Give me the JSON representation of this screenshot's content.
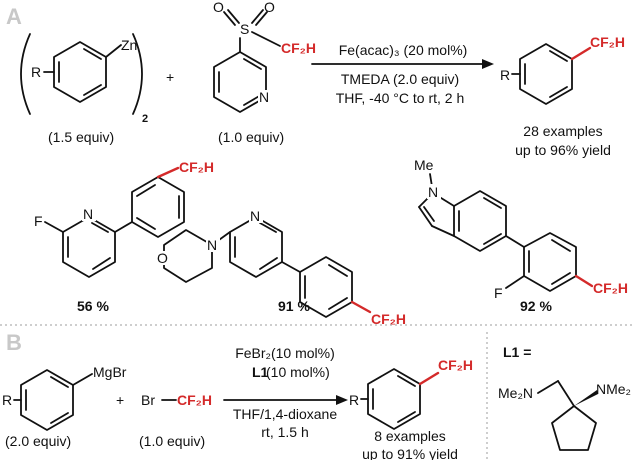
{
  "section_a": {
    "label": "A",
    "zn": "Zn",
    "r": "R",
    "sub2": "2",
    "plus": "+",
    "so2_o1": "O",
    "so2_s": "S",
    "so2_o2": "O",
    "pyr_n": "N",
    "cf2h": "CF₂H",
    "reagent1_equiv": "(1.5 equiv)",
    "reagent2_equiv": "(1.0 equiv)",
    "cond_top": "Fe(acac)₃ (20 mol%)",
    "cond_mid": "TMEDA (2.0 equiv)",
    "cond_bot": "THF, -40 °C to rt, 2 h",
    "product_r": "R",
    "product_cf2h": "CF₂H",
    "examples": "28 examples",
    "yield": "up to 96% yield"
  },
  "examples_row": {
    "ex1": {
      "f": "F",
      "n": "N",
      "cf2h": "CF₂H",
      "yield": "56 %"
    },
    "ex2": {
      "n_pyr": "N",
      "n_morph": "N",
      "o_morph": "O",
      "cf2h": "CF₂H",
      "yield": "91 %"
    },
    "ex3": {
      "me": "Me",
      "n": "N",
      "f": "F",
      "cf2h": "CF₂H",
      "yield": "92 %"
    }
  },
  "section_b": {
    "label": "B",
    "mgbr": "MgBr",
    "r": "R",
    "plus": "+",
    "br": "Br",
    "cf2h": "CF₂H",
    "reagent1_equiv": "(2.0 equiv)",
    "reagent2_equiv": "(1.0 equiv)",
    "cond_top": "FeBr₂(10 mol%)",
    "cond_l1": "L1",
    "cond_l1_rest": " (10 mol%)",
    "cond_solvent": "THF/1,4-dioxane",
    "cond_time": "rt, 1.5 h",
    "product_r": "R",
    "product_cf2h": "CF₂H",
    "examples": "8 examples",
    "yield": "up to 91% yield",
    "ligand_label": "L1 =",
    "ligand_nme2_left": "Me₂N",
    "ligand_nme2_right": "NMe₂"
  }
}
